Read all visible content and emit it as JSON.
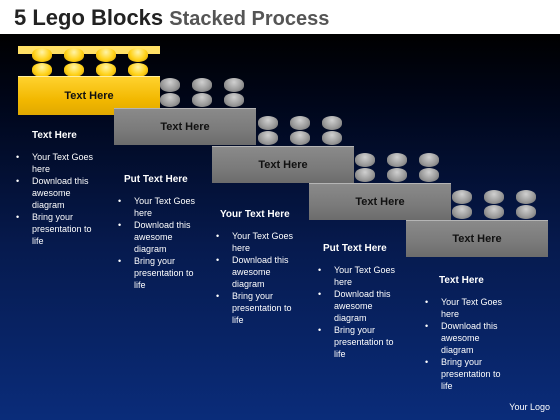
{
  "title": {
    "bold": "5 Lego Blocks",
    "light": "Stacked Process"
  },
  "blocks": [
    {
      "label": "Text Here",
      "color": "yellow"
    },
    {
      "label": "Text Here",
      "color": "gray"
    },
    {
      "label": "Text Here",
      "color": "gray"
    },
    {
      "label": "Text Here",
      "color": "gray"
    },
    {
      "label": "Text Here",
      "color": "gray"
    }
  ],
  "columns": [
    {
      "heading": "Text Here",
      "items": [
        "Your Text Goes here",
        "Download this awesome diagram",
        "Bring your presentation to life"
      ]
    },
    {
      "heading": "Put Text Here",
      "items": [
        "Your Text Goes here",
        "Download this awesome diagram",
        "Bring your presentation to life"
      ]
    },
    {
      "heading": "Your Text Here",
      "items": [
        "Your Text Goes here",
        "Download this awesome diagram",
        "Bring your presentation to life"
      ]
    },
    {
      "heading": "Put Text Here",
      "items": [
        "Your Text Goes here",
        "Download this awesome diagram",
        "Bring your presentation to life"
      ]
    },
    {
      "heading": "Text Here",
      "items": [
        "Your Text Goes here",
        "Download this awesome diagram",
        "Bring your presentation to life"
      ]
    }
  ],
  "logo": "Your Logo",
  "colors": {
    "yellow": "#f2b800",
    "gray": "#7a7a7a",
    "background": "#061a4e"
  }
}
